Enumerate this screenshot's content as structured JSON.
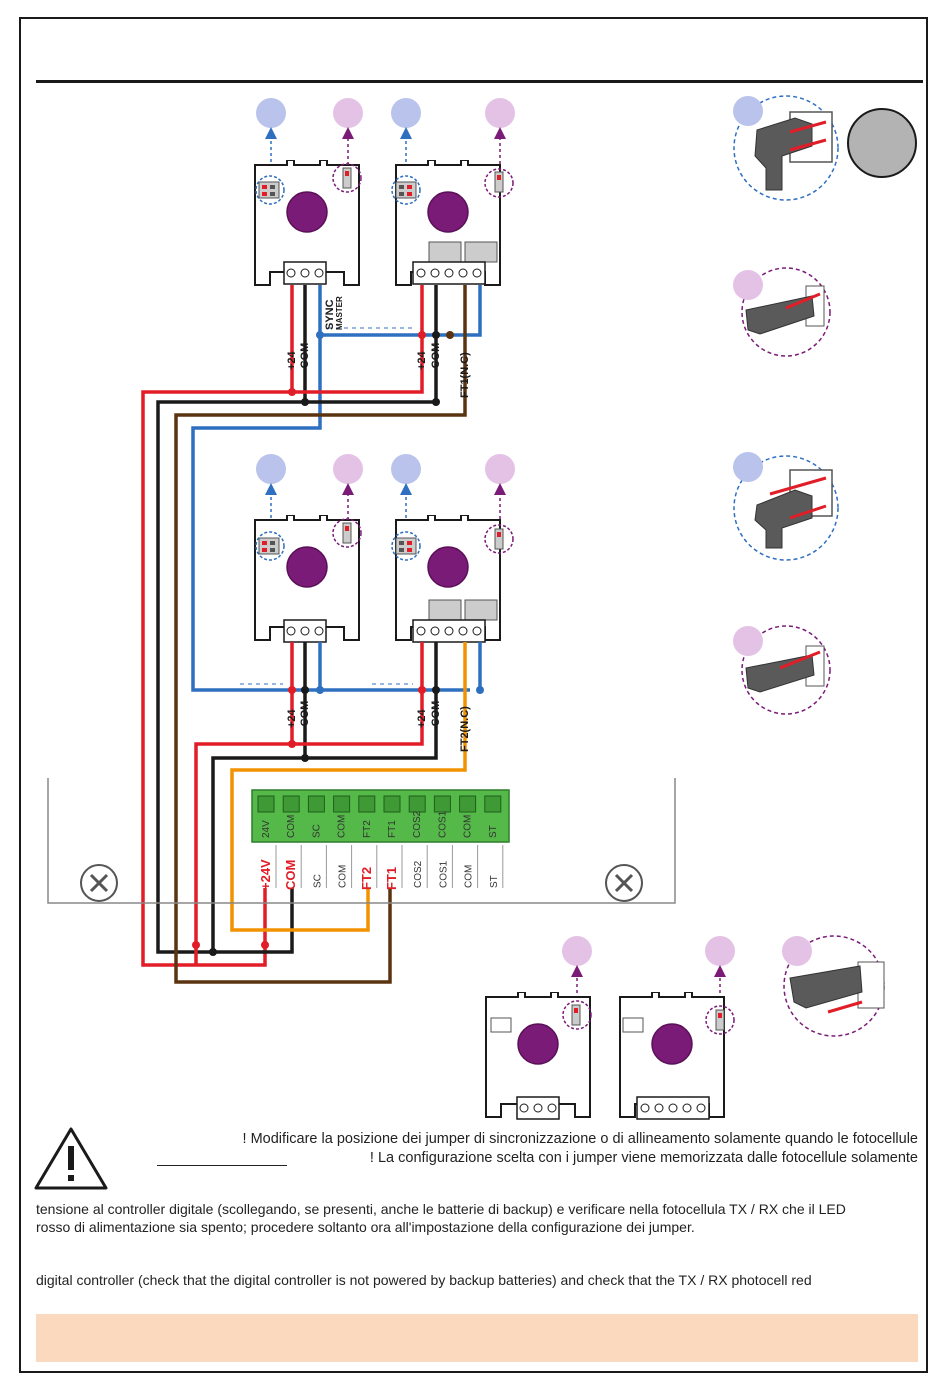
{
  "wire_labels": {
    "p24": "+24",
    "com": "-COM",
    "sync": "SYNC",
    "master": "MASTER",
    "ft1nc": "FT1(N.C)",
    "ft2nc": "FT2(N.C)"
  },
  "terminal_block": {
    "terminals": [
      "24V",
      "COM",
      "SC",
      "COM",
      "FT2",
      "FT1",
      "COS2",
      "COS1",
      "COM",
      "ST"
    ],
    "outer_labels": [
      "+24V",
      "COM",
      "SC",
      "COM",
      "FT2",
      "FT1",
      "COS2",
      "COS1",
      "COM",
      "ST"
    ]
  },
  "warning": {
    "line1": "! Modificare la posizione dei jumper di sincronizzazione o di allineamento solamente quando le fotocellule",
    "line2": "! La configurazione scelta con i jumper viene memorizzata dalle fotocellule solamente"
  },
  "paragraph_it": [
    "tensione al controller digitale (scollegando, se presenti, anche le batterie di backup) e verificare nella fotocellula TX / RX che il LED",
    "rosso di alimentazione sia spento; procedere soltanto ora all'impostazione della configurazione dei jumper."
  ],
  "paragraph_en": "digital controller (check that the digital controller is not powered by backup batteries) and check that the TX / RX photocell red",
  "colors": {
    "red": "#e11d27",
    "black": "#1a1a1a",
    "blue": "#2f6fc0",
    "brown": "#5a3410",
    "orange": "#f39200",
    "purple": "#7b1b78",
    "blue_circle": "#b9c3ec",
    "purple_circle": "#e4c2e6",
    "terminal_green": "#54b948",
    "footer_band": "#fad9bf"
  },
  "icons": {
    "warning": "warning-triangle-icon",
    "screw": "screw-icon",
    "jumper": "jumper-icon"
  }
}
